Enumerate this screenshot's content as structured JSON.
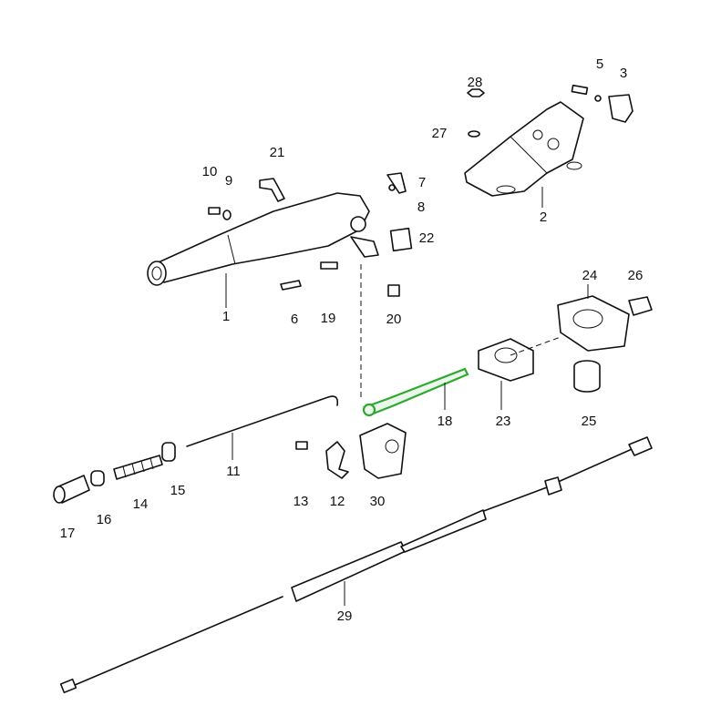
{
  "diagram": {
    "title": "Parking brake lever assembly exploded view",
    "highlight_color": "#2fa82f",
    "highlighted_part": "18",
    "part_labels": [
      "1",
      "2",
      "3",
      "5",
      "6",
      "7",
      "8",
      "9",
      "10",
      "11",
      "12",
      "13",
      "14",
      "15",
      "16",
      "17",
      "18",
      "19",
      "20",
      "21",
      "22",
      "23",
      "24",
      "25",
      "26",
      "27",
      "28",
      "29",
      "30"
    ]
  }
}
